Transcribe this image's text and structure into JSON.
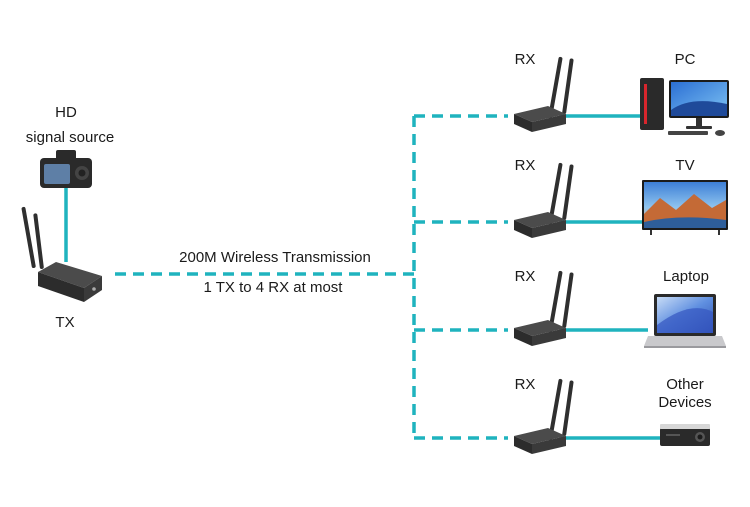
{
  "source": {
    "label_line1": "HD",
    "label_line2": "signal source",
    "device_label": "TX"
  },
  "link": {
    "line1": "200M Wireless Transmission",
    "line2": "1 TX to 4 RX at most"
  },
  "receivers": [
    {
      "rx_label": "RX",
      "device_line1": "PC",
      "device_line2": "",
      "icon": "desktop-pc-icon"
    },
    {
      "rx_label": "RX",
      "device_line1": "TV",
      "device_line2": "",
      "icon": "tv-icon"
    },
    {
      "rx_label": "RX",
      "device_line1": "Laptop",
      "device_line2": "",
      "icon": "laptop-icon"
    },
    {
      "rx_label": "RX",
      "device_line1": "Other",
      "device_line2": "Devices",
      "icon": "projector-icon"
    }
  ],
  "colors": {
    "connector": "#1fb3be",
    "device_body": "#3a3a3a",
    "text": "#1a1a1a"
  }
}
